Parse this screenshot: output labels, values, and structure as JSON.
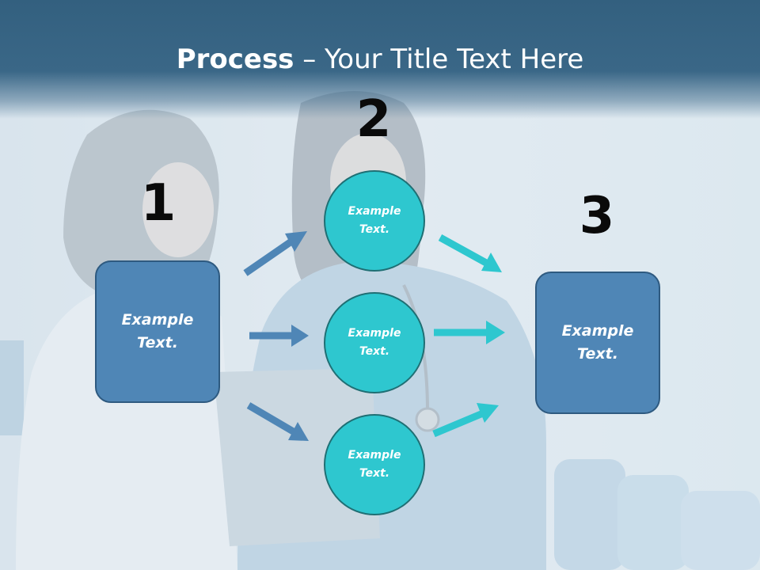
{
  "slide": {
    "title_bold": "Process",
    "title_rest": " – Your Title Text Here",
    "step_numbers": [
      "1",
      "2",
      "3"
    ],
    "left_box": {
      "line1": "Example",
      "line2": "Text."
    },
    "circles": [
      {
        "line1": "Example",
        "line2": "Text."
      },
      {
        "line1": "Example",
        "line2": "Text."
      },
      {
        "line1": "Example",
        "line2": "Text."
      }
    ],
    "right_box": {
      "line1": "Example",
      "line2": "Text."
    }
  },
  "colors": {
    "header": "#33607f",
    "box_fill": "#4f86b6",
    "circle_fill": "#2ec7cf",
    "arrow_left": "#4f86b6",
    "arrow_right": "#2ec7cf"
  }
}
